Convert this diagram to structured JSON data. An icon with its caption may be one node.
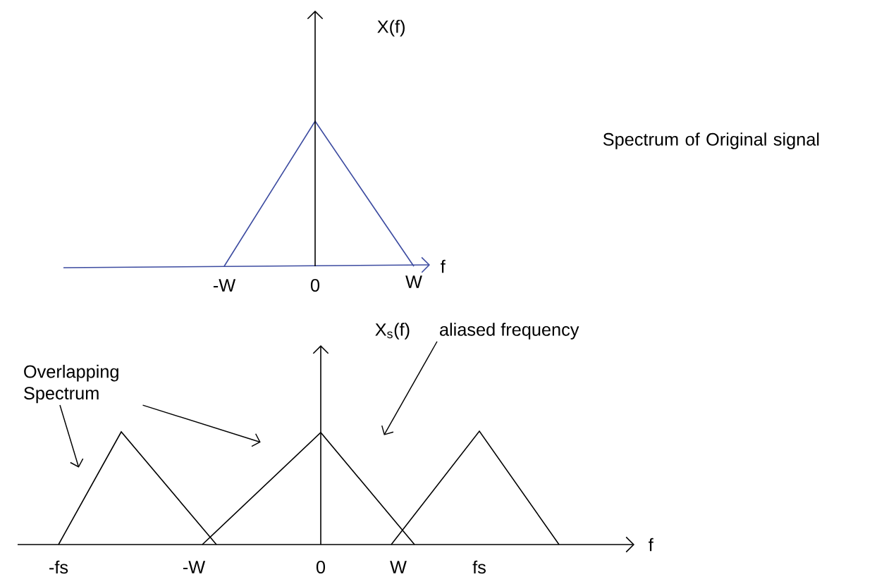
{
  "diagram": {
    "nodes": [
      {
        "text": [
          "Overlapping Spectrum"
        ]
      },
      {
        "text": [
          "aliased frequency"
        ]
      },
      {
        "text": [],
        "shape": "triangle"
      },
      {
        "text": [],
        "shape": "triangle"
      },
      {
        "text": [],
        "shape": "triangle"
      }
    ],
    "edges": [
      {
        "from": 0,
        "to": 2,
        "arrow": "to"
      },
      {
        "from": 0,
        "to": 3,
        "arrow": "to"
      },
      {
        "from": 1,
        "to": 3,
        "arrow": "to"
      }
    ],
    "labels": [
      "X(f)",
      "Spectrum of Original signal",
      "f",
      "-W",
      "0",
      "W",
      "X$_{s}$(f)",
      "f",
      "-fs",
      "-W",
      "0",
      "W",
      "fs"
    ]
  }
}
